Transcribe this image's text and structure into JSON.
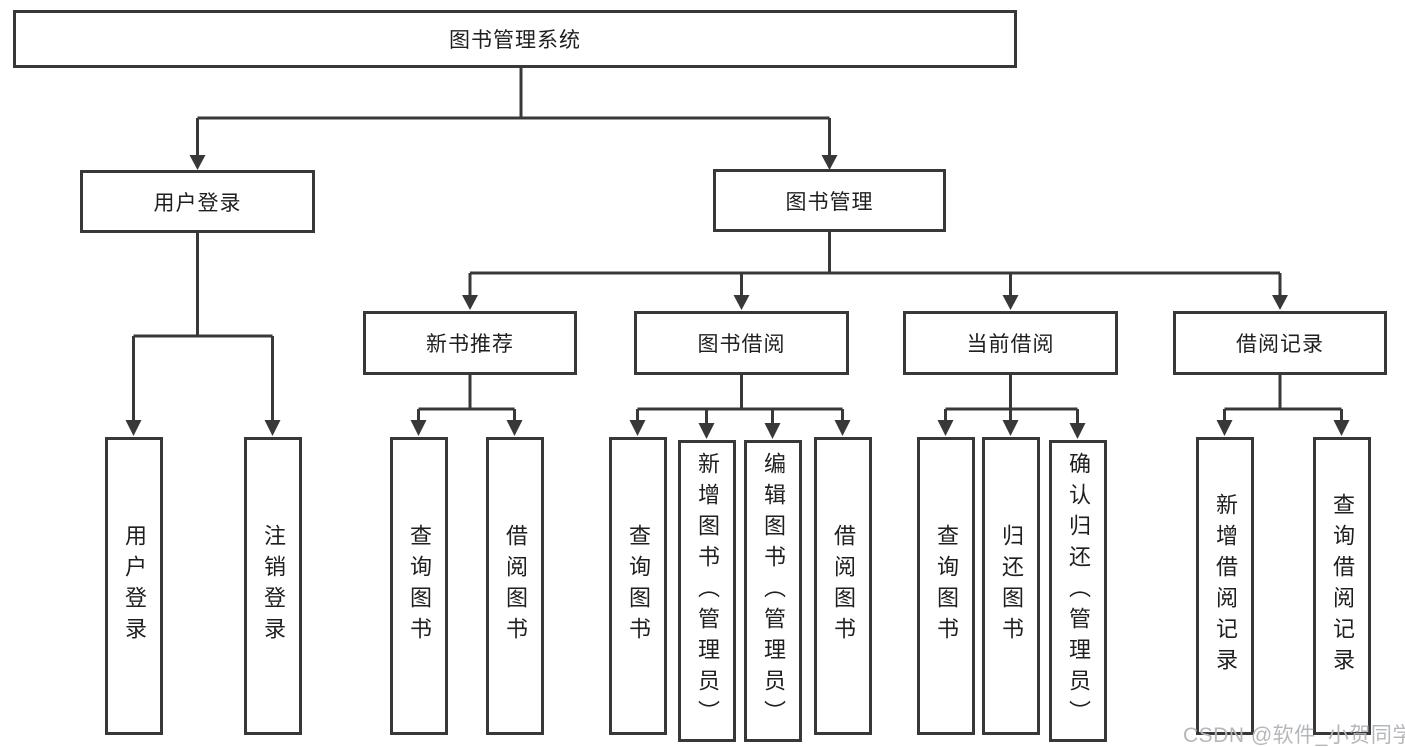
{
  "diagram": {
    "title": "图书管理系统",
    "level2": {
      "user_login_group": "用户登录",
      "book_mgmt_group": "图书管理"
    },
    "level3": {
      "new_book_rec": "新书推荐",
      "book_borrow": "图书借阅",
      "current_borrow": "当前借阅",
      "borrow_record": "借阅记录"
    },
    "leaves": {
      "user_login": "用户登录",
      "logout": "注销登录",
      "rec_query_book": "查询图书",
      "rec_borrow_book": "借阅图书",
      "bb_query_book": "查询图书",
      "bb_add_book": "新增图书（管理员）",
      "bb_edit_book": "编辑图书（管理员）",
      "bb_borrow_book": "借阅图书",
      "cb_query_book": "查询图书",
      "cb_return_book": "归还图书",
      "cb_confirm_return": "确认归还（管理员）",
      "br_add_record": "新增借阅记录",
      "br_query_record": "查询借阅记录"
    }
  },
  "watermark": "CSDN @软件_小贺同学",
  "colors": {
    "line": "#383838",
    "text": "#1f1f1f",
    "watermark": "#b4b8bc",
    "background": "#ffffff"
  }
}
